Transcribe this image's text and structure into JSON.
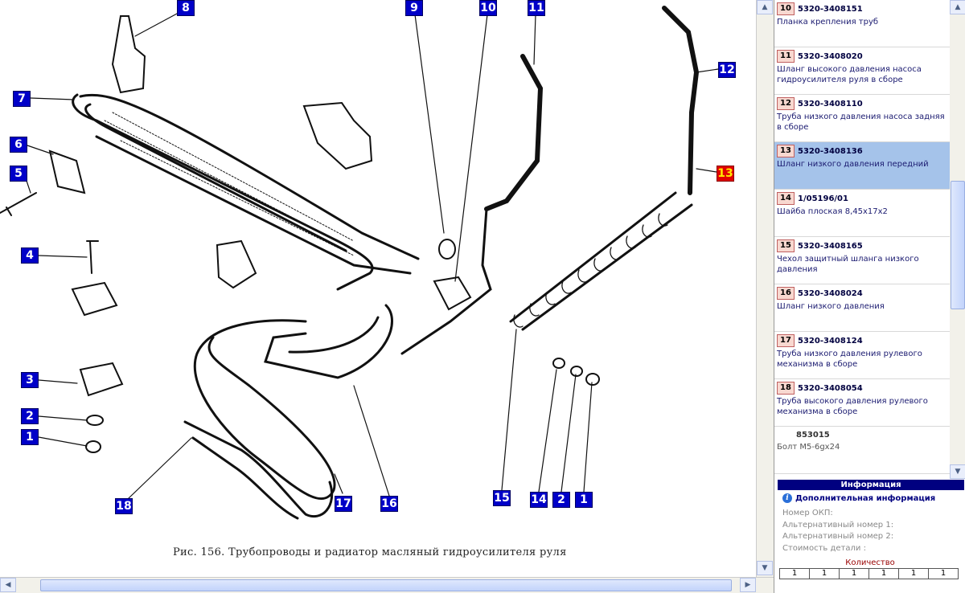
{
  "figure": {
    "caption": "Рис. 156. Трубопроводы и радиатор масляный гидроусилителя руля",
    "callouts": [
      "8",
      "7",
      "6",
      "5",
      "4",
      "3",
      "2",
      "1",
      "9",
      "10",
      "11",
      "12",
      "13",
      "18",
      "17",
      "16",
      "15",
      "14",
      "2",
      "1"
    ],
    "selected_callout": "13"
  },
  "parts_list": [
    {
      "num": "10",
      "code": "5320-3408151",
      "desc": "Планка крепления труб"
    },
    {
      "num": "11",
      "code": "5320-3408020",
      "desc": "Шланг высокого давления насоса гидроусилителя руля в сборе"
    },
    {
      "num": "12",
      "code": "5320-3408110",
      "desc": "Труба низкого давления насоса задняя в сборе"
    },
    {
      "num": "13",
      "code": "5320-3408136",
      "desc": "Шланг низкого давления передний"
    },
    {
      "num": "14",
      "code": "1/05196/01",
      "desc": "Шайба плоская 8,45х17х2"
    },
    {
      "num": "15",
      "code": "5320-3408165",
      "desc": "Чехол защитный шланга низкого давления"
    },
    {
      "num": "16",
      "code": "5320-3408024",
      "desc": "Шланг низкого давления"
    },
    {
      "num": "17",
      "code": "5320-3408124",
      "desc": "Труба низкого давления рулевого механизма в сборе"
    },
    {
      "num": "18",
      "code": "5320-3408054",
      "desc": "Труба высокого давления рулевого механизма в сборе"
    },
    {
      "num": "",
      "code": "853015",
      "desc": "Болт М5-6gх24"
    }
  ],
  "selected_part": "13",
  "info": {
    "title": "Информация",
    "heading": "Дополнительная информация",
    "okp": "Номер ОКП:",
    "alt1": "Альтернативный номер 1:",
    "alt2": "Альтернативный номер 2:",
    "cost": "Стоимость детали :",
    "qty_label": "Количество",
    "qty_values": [
      "1",
      "1",
      "1",
      "1",
      "1",
      "1"
    ]
  },
  "icons": {
    "scroll_up": "arrow-up-icon",
    "scroll_down": "arrow-down-icon",
    "scroll_left": "arrow-left-icon",
    "scroll_right": "arrow-right-icon",
    "info": "info-icon"
  },
  "colors": {
    "callout_bg": "#0000c8",
    "callout_selected_bg": "#e00000",
    "callout_selected_text": "#ffea00",
    "list_selected_bg": "#a5c3ea",
    "info_header_bg": "#000080"
  }
}
